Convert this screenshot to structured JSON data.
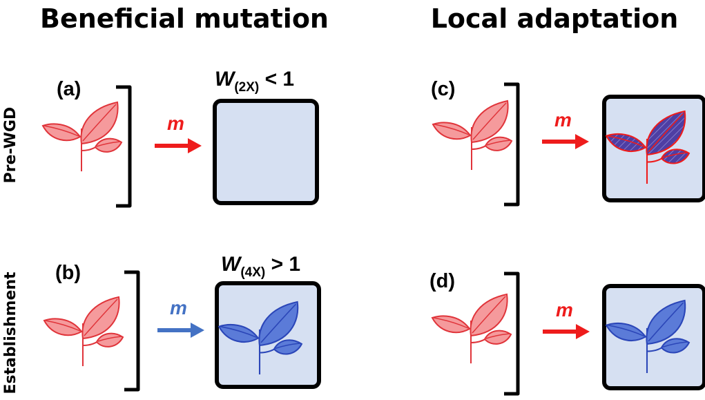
{
  "headers": {
    "left": "Beneficial mutation",
    "right": "Local adaptation"
  },
  "row_labels": {
    "top": "Pre-WGD",
    "bottom": "Establishment"
  },
  "panels": {
    "a": {
      "label": "(a)",
      "migrant_symbol": "m",
      "fitness_symbol": "W",
      "fitness_subscript": "(2X)",
      "fitness_relation": " < 1",
      "arrow_color": "#ee1c1c",
      "environment_plant": "none"
    },
    "b": {
      "label": "(b)",
      "migrant_symbol": "m",
      "fitness_symbol": "W",
      "fitness_subscript": "(4X)",
      "fitness_relation": " > 1",
      "arrow_color": "#4472c4",
      "environment_plant": "blue"
    },
    "c": {
      "label": "(c)",
      "migrant_symbol": "m",
      "arrow_color": "#ee1c1c",
      "environment_plant": "hatched"
    },
    "d": {
      "label": "(d)",
      "migrant_symbol": "m",
      "arrow_color": "#ee1c1c",
      "environment_plant": "blue"
    }
  },
  "colors": {
    "migrant_plant_fill": "#f59a9c",
    "migrant_plant_stroke": "#e0343a",
    "local_plant_fill": "#5b7bd8",
    "local_plant_stroke": "#2b46b8",
    "hatched_plant_fill": "#4e3ea3",
    "hatched_plant_stroke": "#ee1c1c",
    "environment_fill": "#d6e0f2",
    "red_arrow": "#ee1c1c",
    "blue_arrow": "#4472c4"
  }
}
